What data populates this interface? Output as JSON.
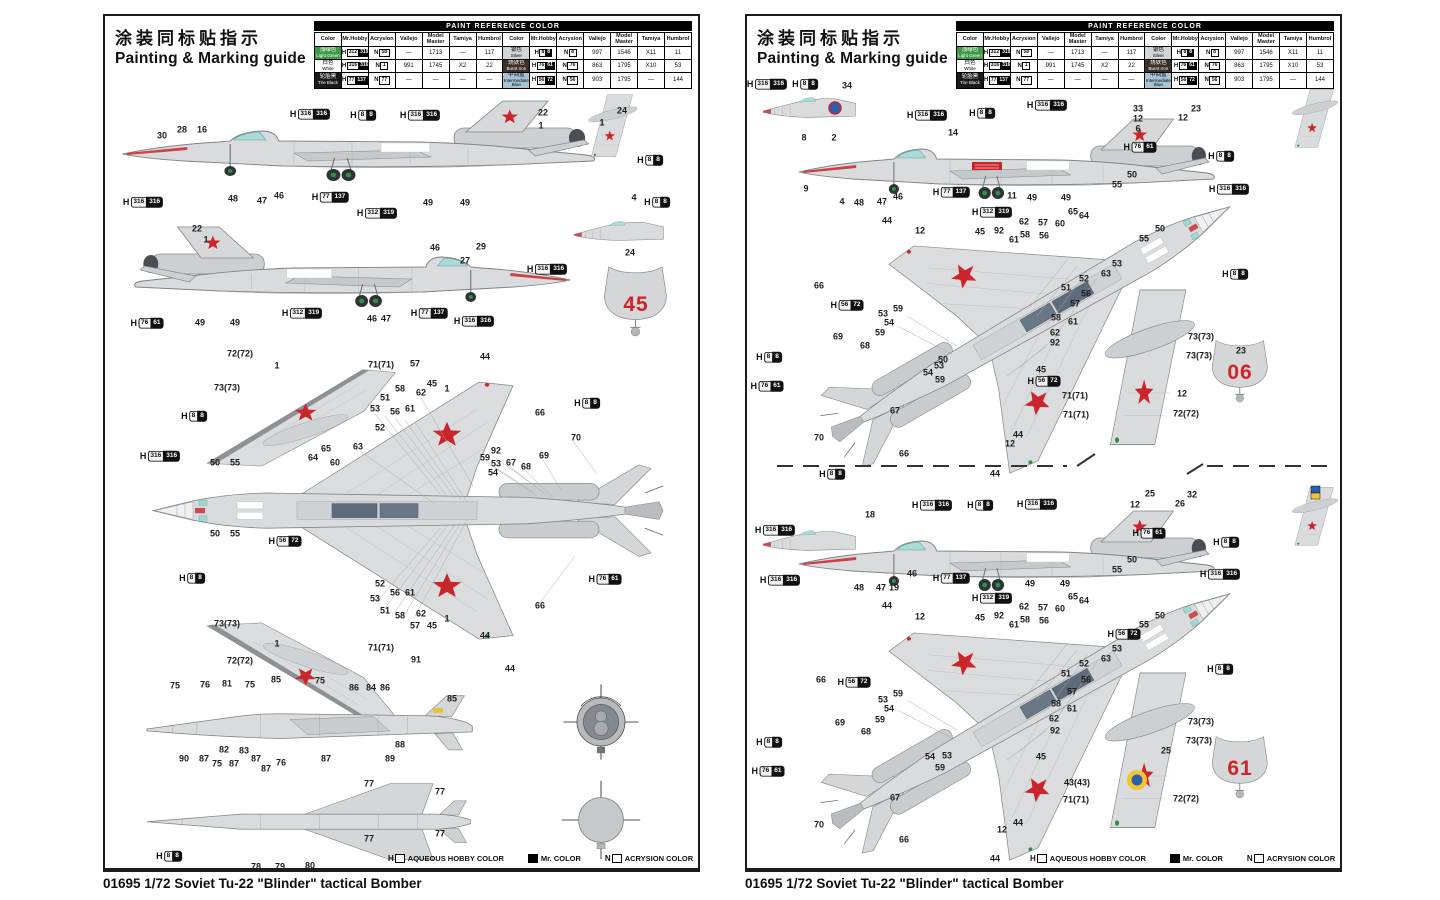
{
  "header": {
    "title_cn": "涂装同标贴指示",
    "title_en": "Painting & Marking guide"
  },
  "caption": "01695 1/72 Soviet Tu-22 \"Blinder\" tactical Bomber",
  "colors": {
    "star_red": "#c9252b",
    "tactical_red": "#d2232a",
    "wheel_green": "#2d8f47",
    "roundel_yellow": "#f0c52e",
    "roundel_blue": "#2a5fae"
  },
  "legend": {
    "items": [
      [
        "H",
        "AQUEOUS HOBBY COLOR",
        "w"
      ],
      [
        "",
        "Mr. COLOR",
        "b"
      ],
      [
        "N",
        "ACRYSION COLOR",
        "w"
      ]
    ]
  },
  "chip_types": {
    "w": [
      "316",
      "316"
    ],
    "g": [
      "312",
      "319"
    ],
    "t": [
      "77",
      "137"
    ],
    "s": [
      "8",
      "8"
    ],
    "bi": [
      "76",
      "61"
    ],
    "ib": [
      "56",
      "72"
    ]
  },
  "paint_table": {
    "title": "PAINT REFERENCE COLOR",
    "columns": [
      "Color",
      "Mr.Hobby",
      "Acrysion",
      "Vallejo",
      "Model Master",
      "Tamiya",
      "Humbrol"
    ],
    "rows_left": [
      {
        "name_cn": "浅绿色",
        "name_en": "Light Green",
        "swatch": "#3e9a47",
        "text": "#ffffff",
        "hobby": [
          "312",
          "319"
        ],
        "acrysion": "58",
        "vallejo": "—",
        "mm": "1713",
        "tamiya": "—",
        "humbrol": "117"
      },
      {
        "name_cn": "白色",
        "name_en": "White",
        "swatch": "#ffffff",
        "text": "#000000",
        "hobby": [
          "316",
          "316"
        ],
        "acrysion": "1",
        "vallejo": "991",
        "mm": "1745",
        "tamiya": "X2",
        "humbrol": "22"
      },
      {
        "name_cn": "轮胎黑",
        "name_en": "Tire Black",
        "swatch": "#1a1a1a",
        "text": "#ffffff",
        "hobby": [
          "77",
          "137"
        ],
        "acrysion": "77",
        "vallejo": "—",
        "mm": "—",
        "tamiya": "—",
        "humbrol": "—"
      }
    ],
    "rows_right": [
      {
        "name_cn": "银色",
        "name_en": "Silver",
        "swatch": "#d2d4d6",
        "text": "#000000",
        "hobby": [
          "8",
          "8"
        ],
        "acrysion": "8",
        "vallejo": "997",
        "mm": "1546",
        "tamiya": "X11",
        "humbrol": "11"
      },
      {
        "name_cn": "烧铁色",
        "name_en": "Burnt Iron",
        "swatch": "#3d3028",
        "text": "#ffffff",
        "hobby": [
          "76",
          "61"
        ],
        "acrysion": "76",
        "vallejo": "863",
        "mm": "1795",
        "tamiya": "X10",
        "humbrol": "53"
      },
      {
        "name_cn": "中间蓝",
        "name_en": "Intermediate Blue",
        "swatch": "#a8c3d4",
        "text": "#000000",
        "hobby": [
          "56",
          "72"
        ],
        "acrysion": "56",
        "vallejo": "903",
        "mm": "1795",
        "tamiya": "—",
        "humbrol": "144"
      }
    ]
  },
  "left_page": {
    "tacticals": [
      [
        "45",
        531,
        289
      ]
    ],
    "callouts": [
      [
        "30",
        57,
        120
      ],
      [
        "28",
        77,
        114
      ],
      [
        "16",
        97,
        114
      ],
      [
        "22",
        438,
        97
      ],
      [
        "1",
        436,
        110
      ],
      [
        "48",
        128,
        183
      ],
      [
        "47",
        157,
        185
      ],
      [
        "46",
        174,
        180
      ],
      [
        "49",
        323,
        187
      ],
      [
        "49",
        360,
        187
      ],
      [
        "24",
        517,
        95
      ],
      [
        "1",
        497,
        107
      ],
      [
        "4",
        529,
        182
      ],
      [
        "24",
        525,
        237
      ],
      [
        "22",
        92,
        213
      ],
      [
        "1",
        101,
        224
      ],
      [
        "46",
        330,
        232
      ],
      [
        "27",
        360,
        245
      ],
      [
        "29",
        376,
        231
      ],
      [
        "49",
        95,
        307
      ],
      [
        "49",
        130,
        307
      ],
      [
        "46",
        267,
        303
      ],
      [
        "47",
        281,
        303
      ],
      [
        "72(72)",
        135,
        338
      ],
      [
        "1",
        172,
        350
      ],
      [
        "71(71)",
        276,
        349
      ],
      [
        "57",
        310,
        348
      ],
      [
        "44",
        380,
        341
      ],
      [
        "73(73)",
        122,
        372
      ],
      [
        "45",
        327,
        368
      ],
      [
        "1",
        342,
        373
      ],
      [
        "51",
        280,
        382
      ],
      [
        "58",
        295,
        373
      ],
      [
        "53",
        270,
        393
      ],
      [
        "56",
        290,
        396
      ],
      [
        "61",
        305,
        393
      ],
      [
        "62",
        316,
        377
      ],
      [
        "66",
        435,
        397
      ],
      [
        "52",
        275,
        412
      ],
      [
        "63",
        253,
        431
      ],
      [
        "65",
        221,
        433
      ],
      [
        "64",
        208,
        442
      ],
      [
        "60",
        230,
        447
      ],
      [
        "50",
        110,
        447
      ],
      [
        "55",
        130,
        447
      ],
      [
        "92",
        391,
        435
      ],
      [
        "59",
        380,
        442
      ],
      [
        "53",
        391,
        448
      ],
      [
        "54",
        388,
        457
      ],
      [
        "67",
        406,
        447
      ],
      [
        "68",
        421,
        451
      ],
      [
        "69",
        439,
        440
      ],
      [
        "70",
        471,
        422
      ],
      [
        "50",
        110,
        518
      ],
      [
        "55",
        130,
        518
      ],
      [
        "52",
        275,
        568
      ],
      [
        "56",
        290,
        577
      ],
      [
        "61",
        305,
        577
      ],
      [
        "53",
        270,
        583
      ],
      [
        "51",
        280,
        595
      ],
      [
        "58",
        295,
        600
      ],
      [
        "62",
        316,
        598
      ],
      [
        "57",
        310,
        610
      ],
      [
        "66",
        435,
        590
      ],
      [
        "45",
        327,
        610
      ],
      [
        "1",
        342,
        603
      ],
      [
        "44",
        380,
        620
      ],
      [
        "73(73)",
        122,
        608
      ],
      [
        "1",
        172,
        628
      ],
      [
        "71(71)",
        276,
        632
      ],
      [
        "72(72)",
        135,
        645
      ],
      [
        "91",
        311,
        644
      ],
      [
        "44",
        405,
        653
      ],
      [
        "75",
        70,
        670
      ],
      [
        "76",
        100,
        669
      ],
      [
        "81",
        122,
        668
      ],
      [
        "75",
        145,
        669
      ],
      [
        "85",
        171,
        664
      ],
      [
        "75",
        215,
        665
      ],
      [
        "86",
        249,
        672
      ],
      [
        "84",
        266,
        672
      ],
      [
        "86",
        280,
        672
      ],
      [
        "85",
        347,
        683
      ],
      [
        "90",
        79,
        743
      ],
      [
        "87",
        99,
        743
      ],
      [
        "82",
        119,
        734
      ],
      [
        "75",
        112,
        748
      ],
      [
        "83",
        139,
        735
      ],
      [
        "87",
        129,
        748
      ],
      [
        "87",
        151,
        743
      ],
      [
        "87",
        161,
        753
      ],
      [
        "76",
        176,
        747
      ],
      [
        "87",
        221,
        743
      ],
      [
        "89",
        285,
        743
      ],
      [
        "88",
        295,
        729
      ],
      [
        "77",
        264,
        768
      ],
      [
        "77",
        335,
        776
      ],
      [
        "77",
        335,
        818
      ],
      [
        "77",
        264,
        823
      ],
      [
        "78",
        151,
        851
      ],
      [
        "79",
        175,
        851
      ],
      [
        "80",
        205,
        850
      ]
    ],
    "chips": [
      [
        38,
        186,
        "w"
      ],
      [
        205,
        98,
        "w"
      ],
      [
        258,
        99,
        "s"
      ],
      [
        315,
        99,
        "w"
      ],
      [
        225,
        181,
        "t"
      ],
      [
        272,
        197,
        "g"
      ],
      [
        545,
        144,
        "s"
      ],
      [
        552,
        186,
        "s"
      ],
      [
        42,
        307,
        "bi"
      ],
      [
        197,
        297,
        "g"
      ],
      [
        324,
        297,
        "t"
      ],
      [
        369,
        305,
        "w"
      ],
      [
        442,
        253,
        "w"
      ],
      [
        55,
        440,
        "w"
      ],
      [
        89,
        400,
        "s"
      ],
      [
        482,
        387,
        "s"
      ],
      [
        180,
        525,
        "ib"
      ],
      [
        87,
        562,
        "s"
      ],
      [
        500,
        563,
        "bi"
      ],
      [
        64,
        840,
        "s"
      ]
    ]
  },
  "right_page": {
    "tacticals": [
      [
        "06",
        493,
        357
      ],
      [
        "61",
        493,
        753
      ]
    ],
    "callouts": [
      [
        "34",
        100,
        70
      ],
      [
        "8",
        57,
        122
      ],
      [
        "2",
        87,
        122
      ],
      [
        "9",
        59,
        173
      ],
      [
        "4",
        95,
        186
      ],
      [
        "48",
        112,
        187
      ],
      [
        "47",
        135,
        186
      ],
      [
        "46",
        151,
        181
      ],
      [
        "14",
        206,
        117
      ],
      [
        "11",
        265,
        180
      ],
      [
        "49",
        285,
        182
      ],
      [
        "49",
        319,
        182
      ],
      [
        "33",
        391,
        93
      ],
      [
        "12",
        391,
        103
      ],
      [
        "6",
        391,
        113
      ],
      [
        "23",
        449,
        93
      ],
      [
        "12",
        436,
        102
      ],
      [
        "50",
        385,
        159
      ],
      [
        "55",
        370,
        169
      ],
      [
        "50",
        413,
        213
      ],
      [
        "55",
        397,
        223
      ],
      [
        "44",
        140,
        205
      ],
      [
        "12",
        173,
        215
      ],
      [
        "45",
        233,
        216
      ],
      [
        "92",
        252,
        215
      ],
      [
        "61",
        267,
        224
      ],
      [
        "58",
        278,
        219
      ],
      [
        "62",
        277,
        206
      ],
      [
        "57",
        296,
        207
      ],
      [
        "56",
        297,
        220
      ],
      [
        "60",
        313,
        208
      ],
      [
        "65",
        326,
        196
      ],
      [
        "64",
        337,
        200
      ],
      [
        "53",
        370,
        248
      ],
      [
        "63",
        359,
        258
      ],
      [
        "52",
        337,
        263
      ],
      [
        "51",
        319,
        272
      ],
      [
        "56",
        339,
        278
      ],
      [
        "57",
        328,
        288
      ],
      [
        "58",
        309,
        302
      ],
      [
        "61",
        326,
        306
      ],
      [
        "62",
        308,
        317
      ],
      [
        "92",
        308,
        327
      ],
      [
        "66",
        72,
        270
      ],
      [
        "53",
        136,
        298
      ],
      [
        "59",
        151,
        293
      ],
      [
        "54",
        142,
        307
      ],
      [
        "59",
        133,
        317
      ],
      [
        "69",
        91,
        321
      ],
      [
        "68",
        118,
        330
      ],
      [
        "67",
        148,
        395
      ],
      [
        "70",
        72,
        422
      ],
      [
        "50",
        196,
        344
      ],
      [
        "53",
        192,
        350
      ],
      [
        "54",
        181,
        357
      ],
      [
        "59",
        193,
        364
      ],
      [
        "45",
        294,
        354
      ],
      [
        "44",
        271,
        419
      ],
      [
        "12",
        263,
        428
      ],
      [
        "66",
        157,
        438
      ],
      [
        "73(73)",
        454,
        321
      ],
      [
        "73(73)",
        452,
        340
      ],
      [
        "71(71)",
        328,
        380
      ],
      [
        "12",
        435,
        378
      ],
      [
        "71(71)",
        329,
        399
      ],
      [
        "72(72)",
        439,
        398
      ],
      [
        "23",
        494,
        335
      ],
      [
        "44",
        248,
        458
      ],
      [
        "18",
        123,
        499
      ],
      [
        "25",
        403,
        478
      ],
      [
        "12",
        388,
        489
      ],
      [
        "32",
        445,
        479
      ],
      [
        "26",
        433,
        488
      ],
      [
        "46",
        165,
        558
      ],
      [
        "48",
        112,
        572
      ],
      [
        "47",
        134,
        572
      ],
      [
        "19",
        147,
        572
      ],
      [
        "49",
        283,
        568
      ],
      [
        "49",
        318,
        568
      ],
      [
        "50",
        385,
        544
      ],
      [
        "55",
        370,
        554
      ],
      [
        "50",
        413,
        600
      ],
      [
        "55",
        397,
        609
      ],
      [
        "44",
        140,
        590
      ],
      [
        "12",
        173,
        601
      ],
      [
        "45",
        233,
        602
      ],
      [
        "92",
        252,
        600
      ],
      [
        "61",
        267,
        609
      ],
      [
        "58",
        278,
        604
      ],
      [
        "62",
        277,
        591
      ],
      [
        "57",
        296,
        592
      ],
      [
        "56",
        297,
        605
      ],
      [
        "60",
        313,
        593
      ],
      [
        "65",
        326,
        581
      ],
      [
        "64",
        337,
        585
      ],
      [
        "53",
        370,
        633
      ],
      [
        "63",
        359,
        643
      ],
      [
        "52",
        337,
        648
      ],
      [
        "51",
        319,
        658
      ],
      [
        "56",
        339,
        664
      ],
      [
        "57",
        325,
        676
      ],
      [
        "58",
        309,
        688
      ],
      [
        "61",
        325,
        693
      ],
      [
        "62",
        307,
        703
      ],
      [
        "92",
        308,
        715
      ],
      [
        "66",
        74,
        664
      ],
      [
        "53",
        136,
        684
      ],
      [
        "59",
        151,
        678
      ],
      [
        "54",
        142,
        693
      ],
      [
        "59",
        133,
        704
      ],
      [
        "69",
        93,
        707
      ],
      [
        "68",
        119,
        716
      ],
      [
        "67",
        148,
        782
      ],
      [
        "70",
        72,
        809
      ],
      [
        "54",
        183,
        741
      ],
      [
        "53",
        200,
        740
      ],
      [
        "59",
        193,
        752
      ],
      [
        "45",
        294,
        741
      ],
      [
        "44",
        271,
        807
      ],
      [
        "12",
        255,
        814
      ],
      [
        "66",
        157,
        824
      ],
      [
        "44",
        248,
        843
      ],
      [
        "73(73)",
        454,
        706
      ],
      [
        "73(73)",
        452,
        725
      ],
      [
        "43(43)",
        330,
        767
      ],
      [
        "71(71)",
        329,
        784
      ],
      [
        "72(72)",
        439,
        783
      ],
      [
        "25",
        419,
        735
      ]
    ],
    "chips": [
      [
        20,
        68,
        "w"
      ],
      [
        58,
        68,
        "s"
      ],
      [
        180,
        99,
        "w"
      ],
      [
        235,
        97,
        "s"
      ],
      [
        300,
        89,
        "w"
      ],
      [
        393,
        131,
        "bi"
      ],
      [
        474,
        140,
        "s"
      ],
      [
        204,
        176,
        "t"
      ],
      [
        245,
        196,
        "g"
      ],
      [
        482,
        173,
        "w"
      ],
      [
        488,
        258,
        "s"
      ],
      [
        100,
        289,
        "ib"
      ],
      [
        297,
        365,
        "ib"
      ],
      [
        22,
        341,
        "s"
      ],
      [
        20,
        370,
        "bi"
      ],
      [
        85,
        458,
        "s"
      ],
      [
        28,
        514,
        "w"
      ],
      [
        33,
        564,
        "w"
      ],
      [
        185,
        489,
        "w"
      ],
      [
        233,
        489,
        "s"
      ],
      [
        290,
        488,
        "w"
      ],
      [
        402,
        517,
        "bi"
      ],
      [
        479,
        526,
        "s"
      ],
      [
        473,
        558,
        "w"
      ],
      [
        204,
        562,
        "t"
      ],
      [
        245,
        582,
        "g"
      ],
      [
        377,
        618,
        "ib"
      ],
      [
        473,
        653,
        "s"
      ],
      [
        22,
        726,
        "s"
      ],
      [
        21,
        755,
        "bi"
      ],
      [
        107,
        666,
        "ib"
      ]
    ]
  }
}
